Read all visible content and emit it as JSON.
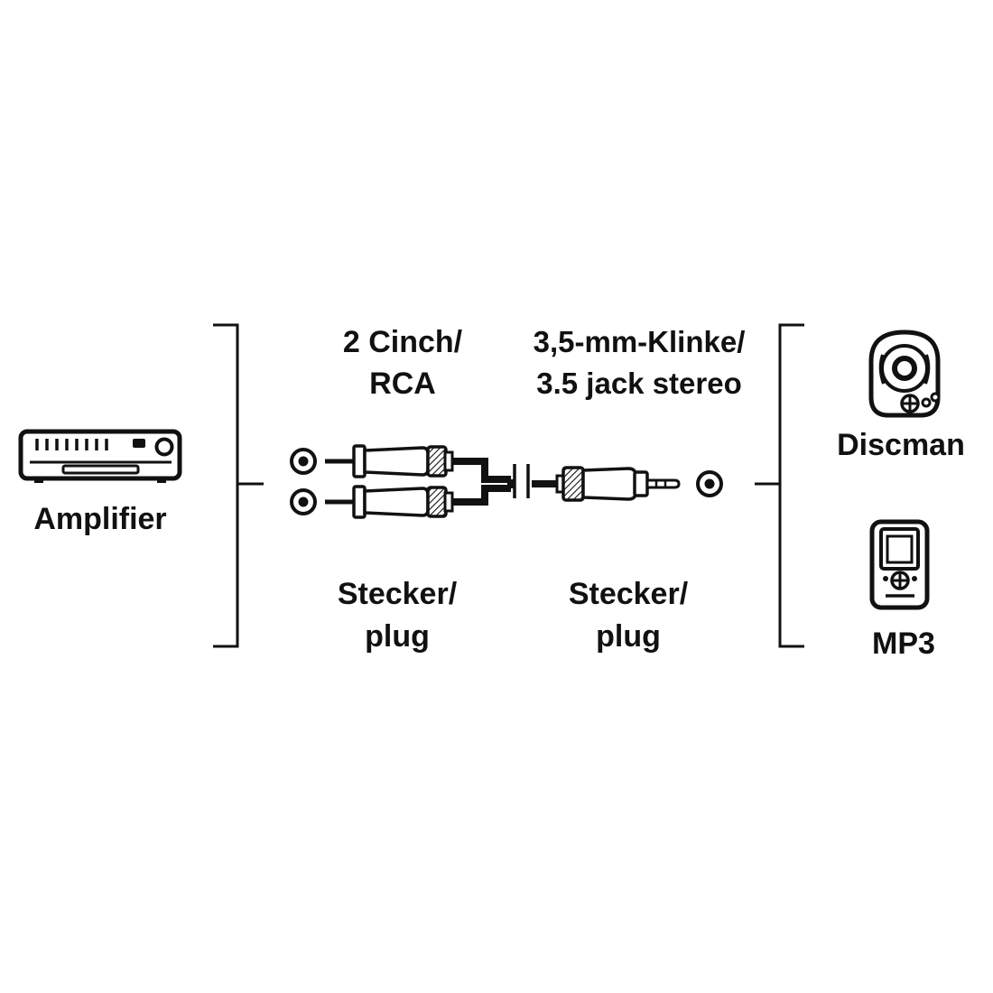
{
  "colors": {
    "ink": "#111111",
    "background": "#ffffff"
  },
  "left_device": {
    "label": "Amplifier",
    "icon": "amplifier-icon"
  },
  "plug_a": {
    "line1": "2 Cinch/",
    "line2": "RCA"
  },
  "plug_b": {
    "line1": "3,5-mm-Klinke/",
    "line2": "3.5 jack stereo"
  },
  "plug_a_type": {
    "line1": "Stecker/",
    "line2": "plug"
  },
  "plug_b_type": {
    "line1": "Stecker/",
    "line2": "plug"
  },
  "right_devices": [
    {
      "label": "Discman",
      "icon": "discman-icon"
    },
    {
      "label": "MP3",
      "icon": "mp3-player-icon"
    }
  ]
}
